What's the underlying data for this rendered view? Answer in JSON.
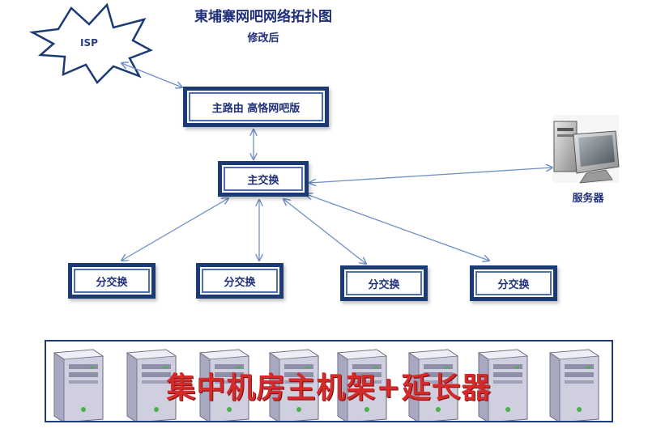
{
  "header": {
    "title": "東埔寨网吧网络拓扑图",
    "subtitle": "修改后"
  },
  "isp": {
    "label": "ISP"
  },
  "main_router": {
    "label": "主路由 高恪网吧版"
  },
  "main_switch": {
    "label": "主交换"
  },
  "server": {
    "label": "服务器",
    "icon": "desktop-computer-icon"
  },
  "sub_switches": [
    {
      "label": "分交换"
    },
    {
      "label": "分交换"
    },
    {
      "label": "分交换"
    },
    {
      "label": "分交换"
    }
  ],
  "rack": {
    "label": "集中机房主机架+延长器",
    "tower_count": 8,
    "icon": "tower-pc-icon"
  },
  "colors": {
    "box_border": "#1c3a73",
    "text": "#1f2f7a",
    "line": "#6f8fc4",
    "banner": "#d42a2a"
  }
}
